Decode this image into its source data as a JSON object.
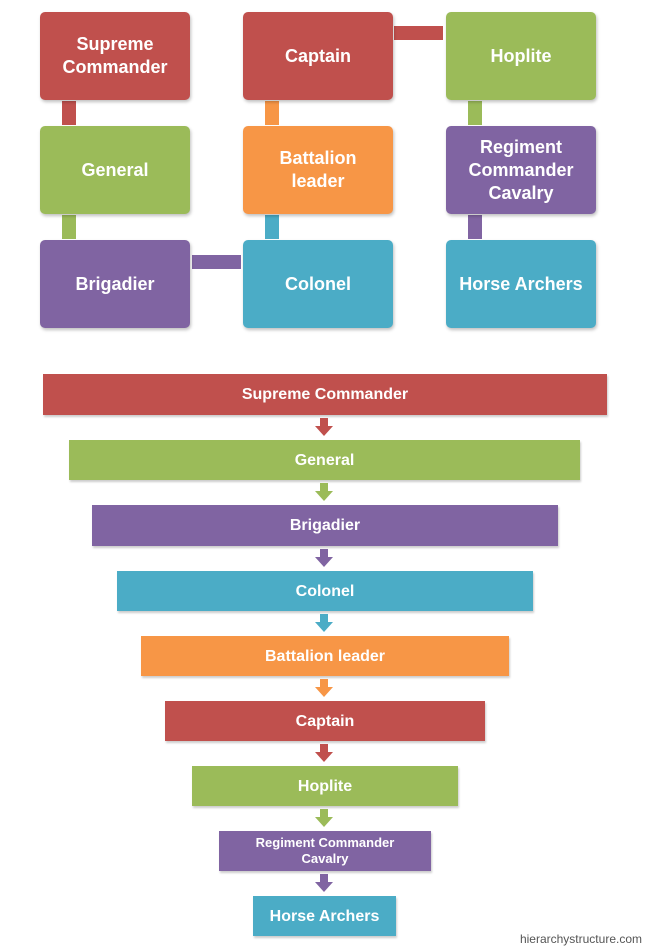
{
  "colors": {
    "red": "#C0504D",
    "green": "#9BBB59",
    "purple": "#8064A2",
    "teal": "#4BACC6",
    "orange": "#F79646"
  },
  "grid": {
    "supreme_commander": "Supreme\nCommander",
    "general": "General",
    "brigadier": "Brigadier",
    "captain": "Captain",
    "battalion_leader": "Battalion\nleader",
    "colonel": "Colonel",
    "hoplite": "Hoplite",
    "regiment_commander_cavalry": "Regiment\nCommander\nCavalry",
    "horse_archers": "Horse Archers"
  },
  "flow": [
    {
      "label": "Supreme Commander",
      "color": "red"
    },
    {
      "label": "General",
      "color": "green"
    },
    {
      "label": "Brigadier",
      "color": "purple"
    },
    {
      "label": "Colonel",
      "color": "teal"
    },
    {
      "label": "Battalion leader",
      "color": "orange"
    },
    {
      "label": "Captain",
      "color": "red"
    },
    {
      "label": "Hoplite",
      "color": "green"
    },
    {
      "label": "Regiment Commander\nCavalry",
      "color": "purple"
    },
    {
      "label": "Horse Archers",
      "color": "teal"
    }
  ],
  "footer": "hierarchystructure.com"
}
